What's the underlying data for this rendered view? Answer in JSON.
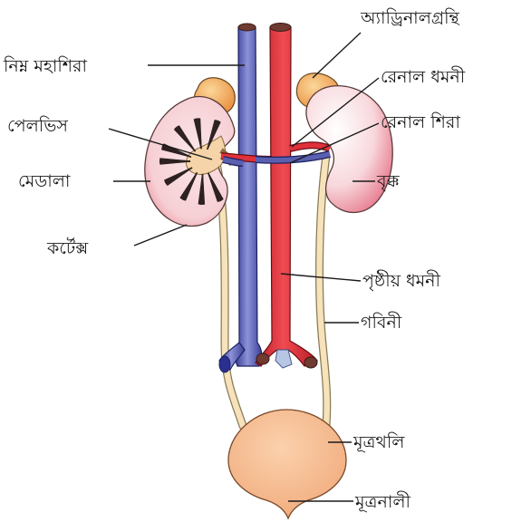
{
  "labels": {
    "inferior_vena_cava": "নিম্ন মহাশিরা",
    "adrenal_gland": "অ্যাড্রিনালগ্রন্থি",
    "renal_artery": "রেনাল ধমনী",
    "renal_vein": "রেনাল শিরা",
    "pelvis": "পেলভিস",
    "medulla": "মেডালা",
    "kidney": "বৃক্ক",
    "cortex": "কর্টেক্স",
    "dorsal_aorta": "পৃষ্ঠীয় ধমনী",
    "ureter": "গবিনী",
    "urinary_bladder": "মূত্রথলি",
    "urethra": "মূত্রনালী"
  },
  "colors": {
    "vein_blue": "#5a5fb0",
    "artery_red": "#e0303a",
    "kidney_pink": "#f2c2c8",
    "adrenal_orange": "#f0a860",
    "bladder_peach": "#f5b07a",
    "ureter_tan": "#f3ddb0",
    "pyramid_dark": "#3a2a2a"
  }
}
